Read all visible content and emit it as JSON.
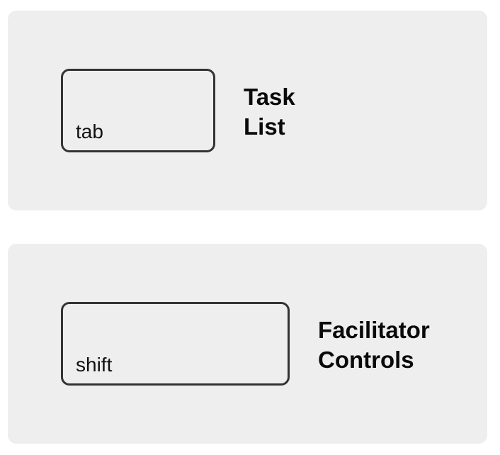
{
  "shortcuts": [
    {
      "key": "tab",
      "action_line1": "Task",
      "action_line2": "List"
    },
    {
      "key": "shift",
      "action_line1": "Facilitator",
      "action_line2": "Controls"
    }
  ],
  "colors": {
    "card_background": "#edeeed",
    "key_border": "#333333",
    "text": "#0a0a0a"
  }
}
